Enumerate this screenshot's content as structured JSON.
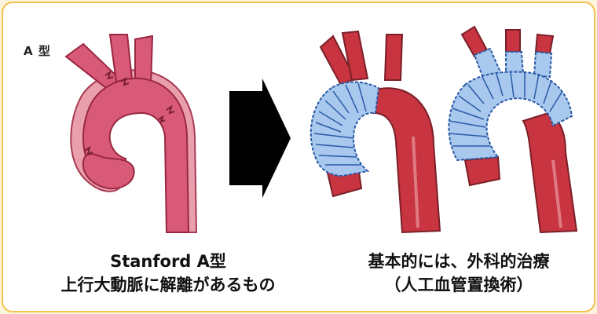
{
  "type_label": "A 型",
  "left_caption": {
    "line1": "Stanford A型",
    "line2": "上行大動脈に解離があるもの"
  },
  "right_caption": {
    "line1": "基本的には、外科的治療",
    "line2": "（人工血管置換術）"
  },
  "colors": {
    "border": "#f2c14e",
    "aorta_pink": "#d85a78",
    "aorta_outline": "#9a2740",
    "false_lumen": "#e99aa8",
    "artery_red": "#c8343f",
    "graft_blue": "#a8c8ee",
    "graft_outline": "#2a5aa6",
    "arrow": "#000000"
  },
  "icons": [
    "dissected-aorta",
    "arrow-right",
    "partial-graft-aorta",
    "total-arch-graft-aorta"
  ]
}
